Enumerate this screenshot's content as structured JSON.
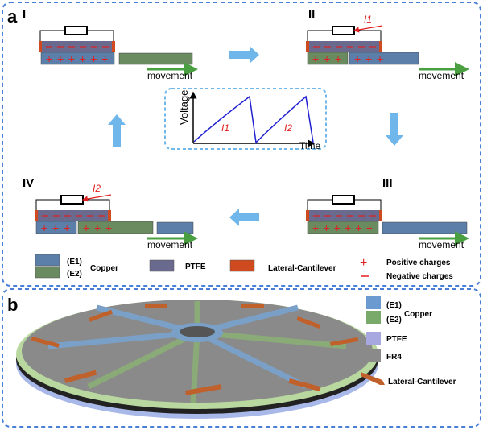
{
  "panel_a": {
    "label": "a",
    "stages": [
      {
        "numeral": "I",
        "movement": "movement"
      },
      {
        "numeral": "II",
        "movement": "movement",
        "current": "I1"
      },
      {
        "numeral": "III",
        "movement": "movement"
      },
      {
        "numeral": "IV",
        "movement": "movement",
        "current": "I2"
      }
    ],
    "graph": {
      "ylabel": "Voltage",
      "xlabel": "Time",
      "peak1": "I1",
      "peak2": "I2"
    },
    "legend": {
      "e1": "(E1)",
      "e2": "(E2)",
      "copper": "Copper",
      "ptfe": "PTFE",
      "cantilever": "Lateral-Cantilever",
      "positive": "Positive charges",
      "negative": "Negative charges"
    }
  },
  "panel_b": {
    "label": "b",
    "legend": {
      "e1": "(E1)",
      "e2": "(E2)",
      "copper": "Copper",
      "ptfe": "PTFE",
      "fr4": "FR4",
      "cantilever": "Lateral-Cantilever"
    }
  },
  "colors": {
    "copper_e1": "#5b7fa8",
    "copper_e2": "#6a8a60",
    "ptfe": "#6a6a8e",
    "cantilever": "#d04a20",
    "charge": "#e02020",
    "arrow": "#6fb6ea",
    "movement_arrow": "#4aa040",
    "border": "#4a7fd6"
  }
}
